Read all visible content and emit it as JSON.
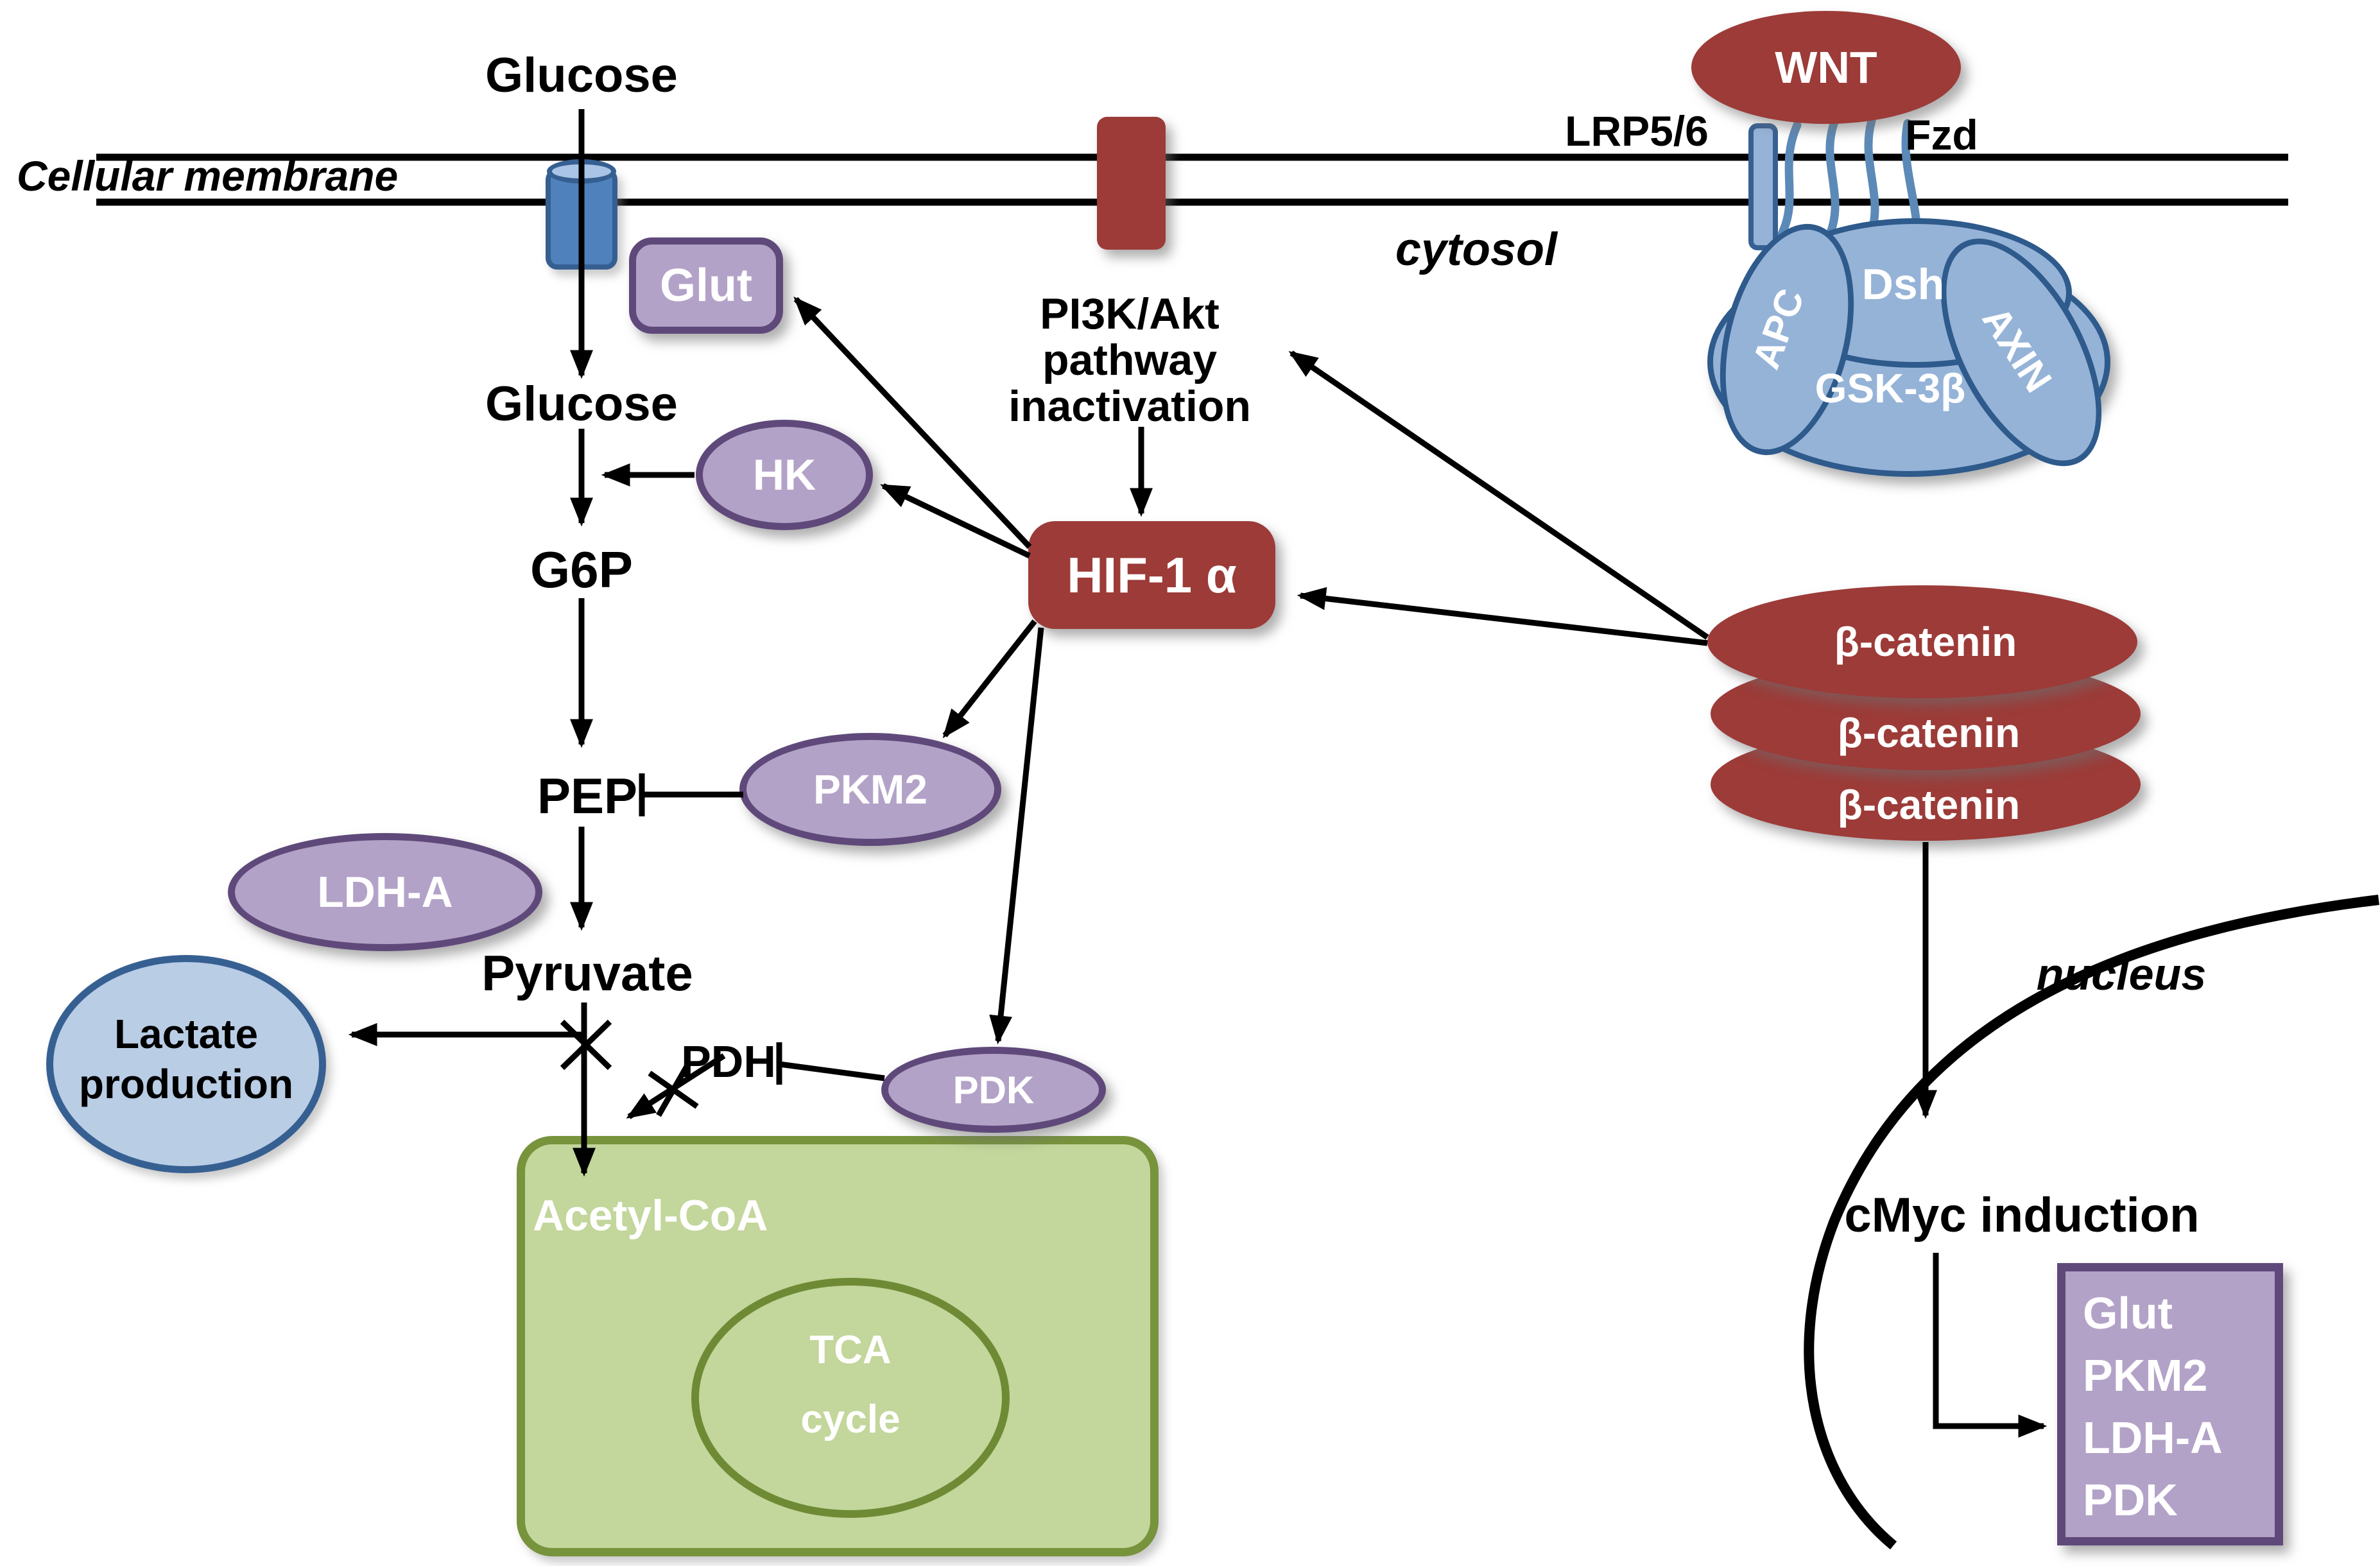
{
  "membrane": {
    "label": "Cellular membrane",
    "cytosol_label": "cytosol"
  },
  "glycolysis": {
    "glucose_extracellular": "Glucose",
    "glucose_intracellular": "Glucose",
    "g6p": "G6P",
    "pep": "PEP",
    "pyruvate": "Pyruvate",
    "pdh": "PDH",
    "lactate_line1": "Lactate",
    "lactate_line2": "production",
    "acetyl_coa": "Acetyl-CoA",
    "tca_line1": "TCA",
    "tca_line2": "cycle"
  },
  "enzymes": {
    "glut": "Glut",
    "hk": "HK",
    "pkm2": "PKM2",
    "ldha": "LDH-A",
    "pdk": "PDK"
  },
  "hif": {
    "label": "HIF-1 α",
    "pi3k_line1": "PI3K/Akt",
    "pi3k_line2": "pathway",
    "pi3k_line3": "inactivation"
  },
  "wnt": {
    "ligand": "WNT",
    "lrp": "LRP5/6",
    "fzd": "Fzd",
    "dsh": "Dsh",
    "apc": "APC",
    "axin": "AXIN",
    "gsk3b": "GSK-3β",
    "beta_catenin_1": "β-catenin",
    "beta_catenin_2": "β-catenin",
    "beta_catenin_3": "β-catenin"
  },
  "nucleus": {
    "label": "nucleus",
    "cmyc": "cMyc induction",
    "genes": [
      "Glut",
      "PKM2",
      "LDH-A",
      "PDK"
    ]
  },
  "colors": {
    "dark_red": "#9C3B38",
    "purple_fill": "#B3A2C7",
    "purple_border": "#5F497A",
    "channel_blue": "#4F81BD",
    "light_blue": "#95B3D7",
    "blue_border": "#2E5A8C",
    "lactate_fill": "#B9CDE5",
    "lactate_border": "#376092",
    "green_fill": "#C3D69B",
    "green_border": "#77933C",
    "squiggle_blue": "#5C8AB8",
    "line_black": "#000000"
  }
}
